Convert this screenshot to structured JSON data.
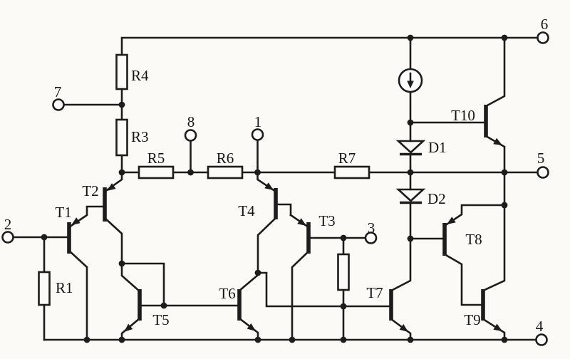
{
  "colors": {
    "ink": "#1c1c1c",
    "paper": "#fbfaf7"
  },
  "labels": {
    "pin1": "1",
    "pin2": "2",
    "pin3": "3",
    "pin4": "4",
    "pin5": "5",
    "pin6": "6",
    "pin7": "7",
    "pin8": "8",
    "r1": "R1",
    "r3": "R3",
    "r4": "R4",
    "r5": "R5",
    "r6": "R6",
    "r7": "R7",
    "t1": "T1",
    "t2": "T2",
    "t3": "T3",
    "t4": "T4",
    "t5": "T5",
    "t6": "T6",
    "t7": "T7",
    "t8": "T8",
    "t9": "T9",
    "t10": "T10",
    "d1": "D1",
    "d2": "D2"
  },
  "components": {
    "transistors": [
      {
        "ref": "T1",
        "polarity": "PNP"
      },
      {
        "ref": "T2",
        "polarity": "PNP"
      },
      {
        "ref": "T3",
        "polarity": "PNP"
      },
      {
        "ref": "T4",
        "polarity": "PNP"
      },
      {
        "ref": "T5",
        "polarity": "NPN"
      },
      {
        "ref": "T6",
        "polarity": "NPN"
      },
      {
        "ref": "T7",
        "polarity": "NPN"
      },
      {
        "ref": "T8",
        "polarity": "PNP"
      },
      {
        "ref": "T9",
        "polarity": "NPN"
      },
      {
        "ref": "T10",
        "polarity": "NPN"
      }
    ],
    "resistors": [
      "R1",
      "R3",
      "R4",
      "R5",
      "R6",
      "R7"
    ],
    "unlabeled_resistors": 1,
    "diodes": [
      "D1",
      "D2"
    ],
    "current_sources": 1,
    "terminals": [
      "1",
      "2",
      "3",
      "4",
      "5",
      "6",
      "7",
      "8"
    ]
  }
}
